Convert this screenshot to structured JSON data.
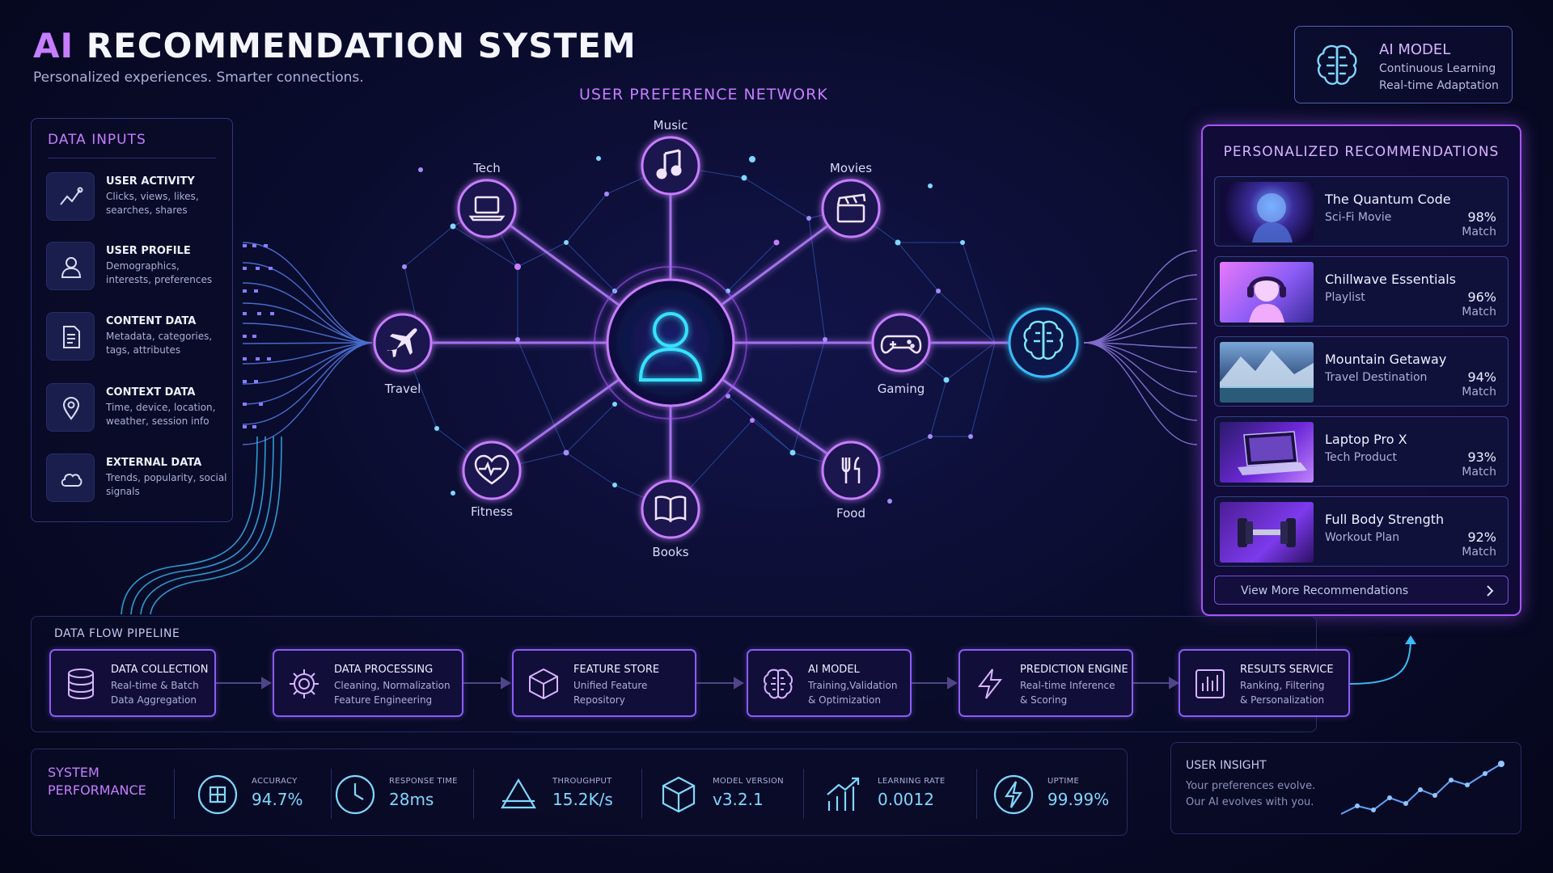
{
  "header": {
    "title_accent": "AI",
    "title_rest": " RECOMMENDATION SYSTEM",
    "subtitle": "Personalized experiences. Smarter connections."
  },
  "ai_model": {
    "title": "AI MODEL",
    "line1": "Continuous Learning",
    "line2": "Real-time Adaptation",
    "icon": "brain-icon"
  },
  "network": {
    "title": "USER PREFERENCE NETWORK",
    "center_icon": "user-icon",
    "nodes": [
      {
        "label": "Music",
        "icon": "music-note-icon"
      },
      {
        "label": "Tech",
        "icon": "laptop-icon"
      },
      {
        "label": "Movies",
        "icon": "clapperboard-icon"
      },
      {
        "label": "Travel",
        "icon": "airplane-icon"
      },
      {
        "label": "Gaming",
        "icon": "gamepad-icon"
      },
      {
        "label": "Fitness",
        "icon": "heart-pulse-icon"
      },
      {
        "label": "Books",
        "icon": "book-icon"
      },
      {
        "label": "Food",
        "icon": "fork-knife-icon"
      }
    ]
  },
  "data_inputs": {
    "title": "DATA INPUTS",
    "items": [
      {
        "title": "USER ACTIVITY",
        "desc": "Clicks, views, likes, searches, shares",
        "icon": "activity-chart-icon"
      },
      {
        "title": "USER PROFILE",
        "desc": "Demographics, interests, preferences",
        "icon": "user-icon"
      },
      {
        "title": "CONTENT DATA",
        "desc": "Metadata, categories, tags, attributes",
        "icon": "document-icon"
      },
      {
        "title": "CONTEXT DATA",
        "desc": "Time, device, location, weather, session info",
        "icon": "location-pin-icon"
      },
      {
        "title": "EXTERNAL DATA",
        "desc": "Trends, popularity, social signals",
        "icon": "cloud-icon"
      }
    ]
  },
  "recommendations": {
    "title": "PERSONALIZED RECOMMENDATIONS",
    "items": [
      {
        "title": "The Quantum Code",
        "subtitle": "Sci-Fi Movie",
        "percent": "98%",
        "match": "Match"
      },
      {
        "title": "Chillwave Essentials",
        "subtitle": "Playlist",
        "percent": "96%",
        "match": "Match"
      },
      {
        "title": "Mountain Getaway",
        "subtitle": "Travel Destination",
        "percent": "94%",
        "match": "Match"
      },
      {
        "title": "Laptop Pro X",
        "subtitle": "Tech Product",
        "percent": "93%",
        "match": "Match"
      },
      {
        "title": "Full Body Strength",
        "subtitle": "Workout Plan",
        "percent": "92%",
        "match": "Match"
      }
    ],
    "view_more": "View More Recommendations"
  },
  "pipeline": {
    "title": "DATA FLOW PIPELINE",
    "stages": [
      {
        "title": "DATA COLLECTION",
        "line1": "Real-time & Batch",
        "line2": "Data Aggregation",
        "icon": "database-icon"
      },
      {
        "title": "DATA PROCESSING",
        "line1": "Cleaning, Normalization",
        "line2": "Feature Engineering",
        "icon": "gear-icon"
      },
      {
        "title": "FEATURE STORE",
        "line1": "Unified Feature",
        "line2": "Repository",
        "icon": "cube-icon"
      },
      {
        "title": "AI MODEL",
        "line1": "Training,Validation",
        "line2": "& Optimization",
        "icon": "brain-icon"
      },
      {
        "title": "PREDICTION ENGINE",
        "line1": "Real-time Inference",
        "line2": "& Scoring",
        "icon": "lightning-icon"
      },
      {
        "title": "RESULTS SERVICE",
        "line1": "Ranking, Filtering",
        "line2": "& Personalization",
        "icon": "bar-chart-icon"
      }
    ]
  },
  "performance": {
    "title": "SYSTEM PERFORMANCE",
    "metrics": [
      {
        "label": "ACCURACY",
        "value": "94.7%",
        "icon": "target-icon"
      },
      {
        "label": "RESPONSE TIME",
        "value": "28ms",
        "icon": "clock-icon"
      },
      {
        "label": "THROUGHPUT",
        "value": "15.2K/s",
        "icon": "triangle-icon"
      },
      {
        "label": "MODEL VERSION",
        "value": "v3.2.1",
        "icon": "cube-icon"
      },
      {
        "label": "LEARNING RATE",
        "value": "0.0012",
        "icon": "growth-chart-icon"
      },
      {
        "label": "UPTIME",
        "value": "99.99%",
        "icon": "lightning-icon"
      }
    ]
  },
  "insight": {
    "title": "USER INSIGHT",
    "line1": "Your preferences evolve.",
    "line2": "Our AI evolves with you.",
    "icon": "sparkline-icon"
  },
  "colors": {
    "accent_purple": "#a855f7",
    "accent_cyan": "#38bdf8",
    "background": "#0a0c2e"
  }
}
